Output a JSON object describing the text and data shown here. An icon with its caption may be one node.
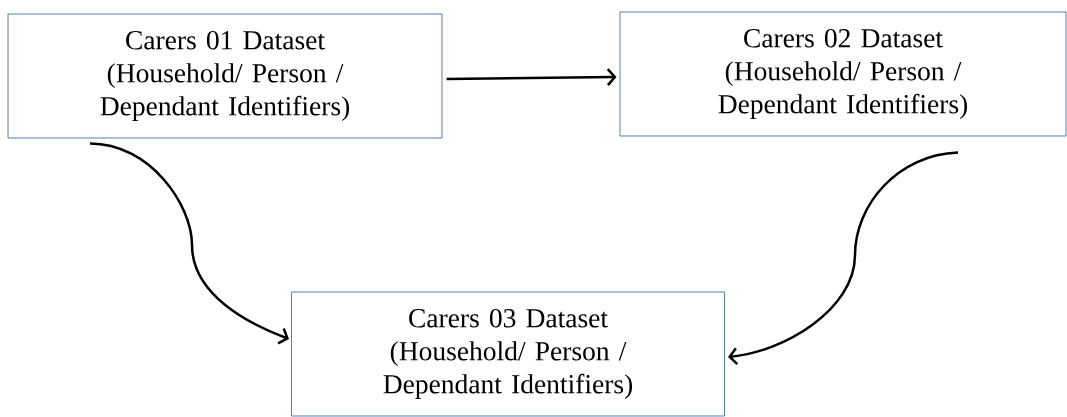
{
  "diagram": {
    "nodes": [
      {
        "text": [
          "Carers 01 Dataset",
          "(Household/ Person / Dependant Identifiers)"
        ]
      },
      {
        "text": [
          "Carers 02 Dataset",
          "(Household/ Person / Dependant Identifiers)"
        ]
      },
      {
        "text": [
          "Carers 03 Dataset",
          "(Household/ Person / Dependant Identifiers)"
        ]
      }
    ],
    "edges": [
      {
        "from": 0,
        "to": 1,
        "arrow": "to"
      },
      {
        "from": 0,
        "to": 2,
        "arrow": "to"
      },
      {
        "from": 1,
        "to": 2,
        "arrow": "to"
      }
    ]
  }
}
